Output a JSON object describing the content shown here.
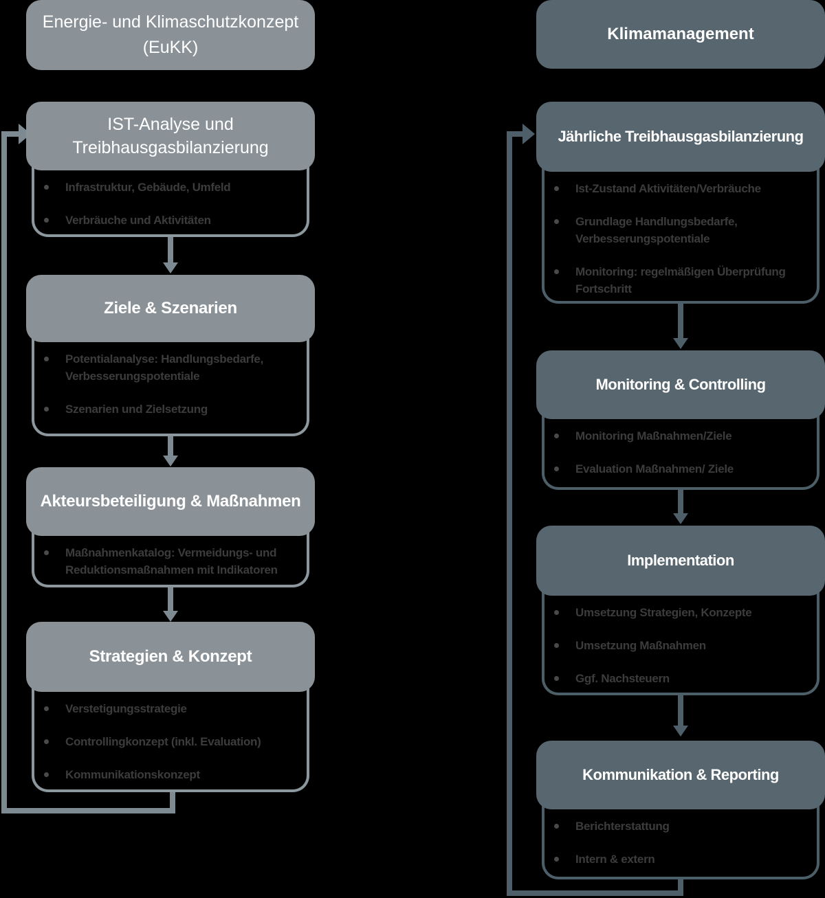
{
  "background_color": "#000000",
  "left_column": {
    "title_lines": [
      "Energie- und Klimaschutzkonzept",
      "(EuKK)"
    ],
    "palette": {
      "header_fill": "#8a9298",
      "body_border": "#8d989e",
      "connector": "#7e8a91",
      "header_text": "#ffffff",
      "bullet_text": "#3c3c3c"
    },
    "boxes": [
      {
        "header_lines": [
          "IST-Analyse und",
          "Treibhausgasbilanzierung"
        ],
        "bullets": [
          "Infrastruktur, Gebäude, Umfeld",
          "Verbräuche und Aktivitäten"
        ]
      },
      {
        "header": "Ziele & Szenarien",
        "bullets": [
          "Potentialanalyse: Handlungsbedarfe, Verbesserungspotentiale",
          "Szenarien und Zielsetzung"
        ]
      },
      {
        "header": "Akteursbeteiligung & Maßnahmen",
        "bullets": [
          "Maßnahmenkatalog: Vermeidungs- und Reduktionsmaßnahmen mit Indikatoren"
        ]
      },
      {
        "header": "Strategien & Konzept",
        "bullets": [
          "Verstetigungsstrategie",
          "Controllingkonzept (inkl. Evaluation)",
          "Kommunikationskonzept"
        ]
      }
    ]
  },
  "right_column": {
    "title": "Klimamanagement",
    "palette": {
      "header_fill": "#57666f",
      "body_border": "#4c5e67",
      "connector": "#4e5f69",
      "header_text": "#ffffff",
      "bullet_text": "#3c3c3c"
    },
    "boxes": [
      {
        "header": "Jährliche Treibhausgasbilanzierung",
        "bullets": [
          "Ist-Zustand Aktivitäten/Verbräuche",
          "Grundlage Handlungsbedarfe, Verbesserungspotentiale",
          "Monitoring: regelmäßigen Überprüfung Fortschritt"
        ]
      },
      {
        "header": "Monitoring & Controlling",
        "bullets": [
          "Monitoring Maßnahmen/Ziele",
          "Evaluation Maßnahmen/ Ziele"
        ]
      },
      {
        "header": "Implementation",
        "bullets": [
          "Umsetzung Strategien, Konzepte",
          "Umsetzung Maßnahmen",
          "Ggf. Nachsteuern"
        ]
      },
      {
        "header": "Kommunikation & Reporting",
        "bullets": [
          "Berichterstattung",
          "Intern & extern"
        ]
      }
    ]
  }
}
